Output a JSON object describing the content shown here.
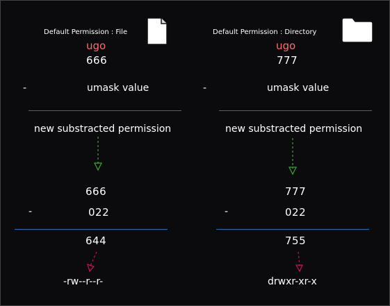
{
  "colors": {
    "background": "#0b0b0d",
    "text": "#ffffff",
    "ugo": "#ff6b6b",
    "divider": "#1f6fb5",
    "arrow_green": "#3aa832",
    "arrow_red": "#d0104c"
  },
  "file": {
    "title": "Default Permission : File",
    "icon": "file-icon",
    "ugo": "ugo",
    "default_value": "666",
    "minus": "-",
    "umask_label": "umask value",
    "result_label": "new substracted permission",
    "calc_top": "666",
    "calc_minus": "-",
    "calc_mask": "022",
    "calc_result": "644",
    "symbolic": "-rw--r--r-"
  },
  "directory": {
    "title": "Default Permission : Directory",
    "icon": "folder-icon",
    "ugo": "ugo",
    "default_value": "777",
    "minus": "-",
    "umask_label": "umask value",
    "result_label": "new substracted permission",
    "calc_top": "777",
    "calc_minus": "-",
    "calc_mask": "022",
    "calc_result": "755",
    "symbolic": "drwxr-xr-x"
  }
}
